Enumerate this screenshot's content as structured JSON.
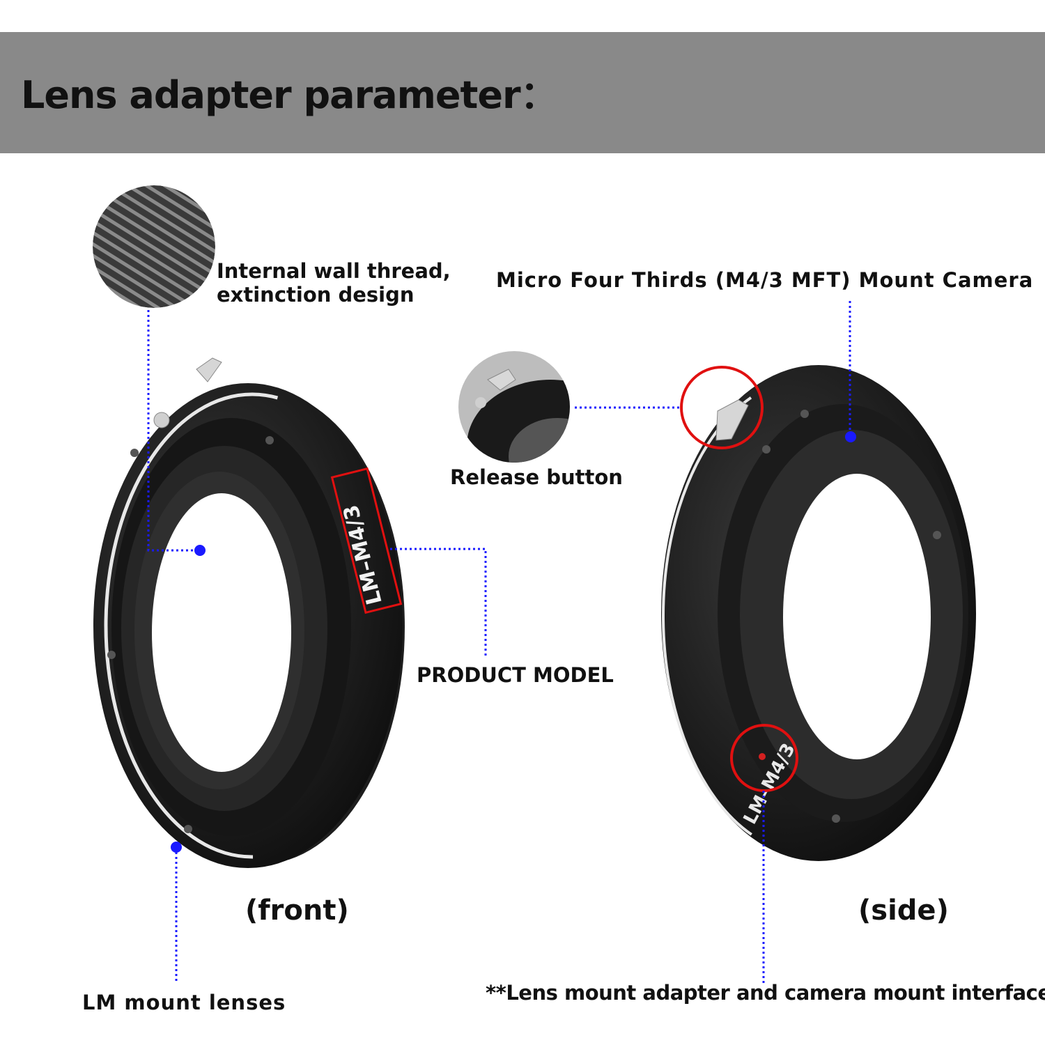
{
  "header": {
    "title": "Lens adapter parameter："
  },
  "labels": {
    "thread_line1": "Internal wall thread,",
    "thread_line2": "extinction design",
    "camera_mount": "Micro Four Thirds (M4/3 MFT) Mount Camera",
    "release_button": "Release button",
    "product_model": "PRODUCT MODEL",
    "front": "(front)",
    "side": "(side)",
    "lm_mount": "LM mount lenses",
    "interface": "**Lens mount adapter and camera mount interface**"
  },
  "engraving": {
    "model_text": "LM–M4/3"
  },
  "colors": {
    "banner": "#898989",
    "dot": "#1a1aff",
    "highlight": "#e01010"
  }
}
